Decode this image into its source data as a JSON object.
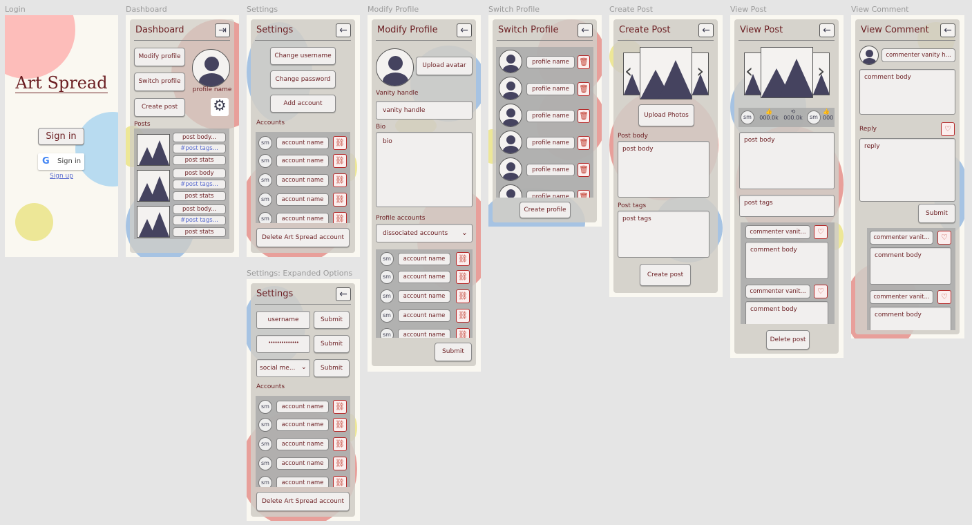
{
  "frames": {
    "login": "Login",
    "dashboard": "Dashboard",
    "settings": "Settings",
    "settings_expanded": "Settings: Expanded Options",
    "modify": "Modify Profile",
    "switch": "Switch Profile",
    "create": "Create Post",
    "view_post": "View Post",
    "view_comment": "View Comment"
  },
  "login": {
    "logo": "Art Spread",
    "sign_in": "Sign in",
    "google": "Sign in",
    "sign_up": "Sign up"
  },
  "dashboard": {
    "title": "Dashboard",
    "modify": "Modify profile",
    "switch": "Switch profile",
    "create": "Create post",
    "profile_name": "profile name",
    "posts_label": "Posts",
    "posts": [
      {
        "body": "post body...",
        "tags": "#post tags...",
        "stats": "post stats"
      },
      {
        "body": "post body",
        "tags": "#post tags...",
        "stats": "post stats"
      },
      {
        "body": "post body...",
        "tags": "#post tags...",
        "stats": "post stats"
      }
    ]
  },
  "settings": {
    "title": "Settings",
    "change_username": "Change username",
    "change_password": "Change password",
    "add_account": "Add account",
    "accounts_label": "Accounts",
    "accounts": [
      "account name",
      "account name",
      "account name",
      "account name",
      "account name"
    ],
    "sm": "sm",
    "delete": "Delete Art Spread account"
  },
  "settings_expanded": {
    "title": "Settings",
    "username": "username",
    "password": "••••••••••••••",
    "social": "social me...",
    "submit": "Submit",
    "accounts_label": "Accounts",
    "accounts": [
      "account name",
      "account name",
      "account name",
      "account name",
      "account name"
    ],
    "sm": "sm",
    "delete": "Delete Art Spread account"
  },
  "modify": {
    "title": "Modify Profile",
    "upload_avatar": "Upload avatar",
    "vanity_label": "Vanity handle",
    "vanity_value": "vanity handle",
    "bio_label": "Bio",
    "bio_value": "bio",
    "profile_accounts_label": "Profile accounts",
    "dropdown": "dissociated accounts",
    "accounts": [
      "account name",
      "account name",
      "account name",
      "account name",
      "account name"
    ],
    "sm": "sm",
    "submit": "Submit"
  },
  "switch": {
    "title": "Switch Profile",
    "profiles": [
      "profile name",
      "profile name",
      "profile name",
      "profile name",
      "profile name",
      "profile name"
    ],
    "create": "Create profile"
  },
  "create": {
    "title": "Create Post",
    "upload": "Upload Photos",
    "body_label": "Post body",
    "body_value": "post body",
    "tags_label": "Post tags",
    "tags_value": "post tags",
    "create": "Create post"
  },
  "view_post": {
    "title": "View Post",
    "sm": "sm",
    "count1": "000.0k",
    "count2": "000.0k",
    "count3": "000",
    "body": "post body",
    "tags": "post tags",
    "comments": [
      {
        "author": "commenter vanit...",
        "body": "comment body"
      },
      {
        "author": "commenter vanit...",
        "body": "comment body"
      }
    ],
    "delete": "Delete post"
  },
  "view_comment": {
    "title": "View Comment",
    "commenter": "commenter vanity h...",
    "body": "comment body",
    "reply_label": "Reply",
    "reply_value": "reply",
    "submit": "Submit",
    "replies": [
      {
        "author": "commenter vanit...",
        "body": "comment body"
      },
      {
        "author": "commenter vanit...",
        "body": "comment body"
      }
    ]
  }
}
